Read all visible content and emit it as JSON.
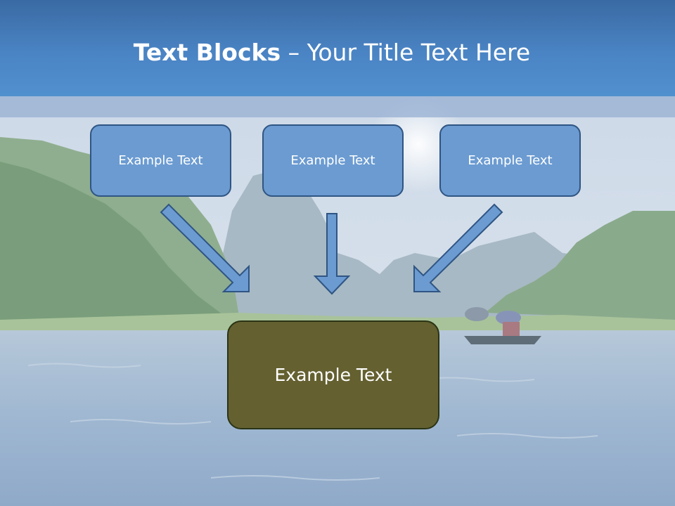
{
  "title": {
    "bold": "Text Blocks",
    "dash": "–",
    "rest": "Your Title Text Here"
  },
  "blocks": [
    {
      "label": "Example Text"
    },
    {
      "label": "Example Text"
    },
    {
      "label": "Example Text"
    }
  ],
  "main_block": {
    "label": "Example Text"
  },
  "colors": {
    "title_bar": "#4a84c4",
    "block_fill": "#6b9bd1",
    "block_border": "#2f5583",
    "main_fill": "#646030",
    "arrow_fill": "#6b9bd1"
  }
}
